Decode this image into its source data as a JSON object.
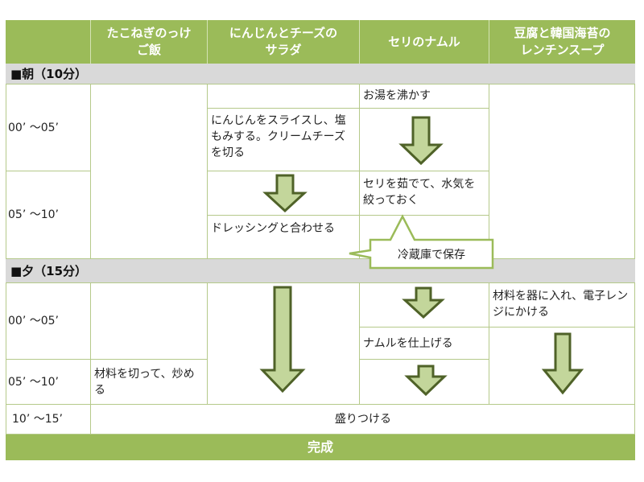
{
  "header": {
    "corner": "",
    "columns": [
      "たこねぎのっけ\nご飯",
      "にんじんとチーズの\nサラダ",
      "セリのナムル",
      "豆腐と韓国海苔の\nレンチンスープ"
    ]
  },
  "morning": {
    "label": "■朝（10分）",
    "times": [
      "00’ ～05’",
      "05’ ～10’"
    ],
    "salad_step1": "にんじんをスライスし、塩もみする。クリームチーズを切る",
    "salad_step2": "ドレッシングと合わせる",
    "namul_step1": "お湯を沸かす",
    "namul_step2": "セリを茹でて、水気を絞っておく",
    "callout": "冷蔵庫で保存"
  },
  "evening": {
    "label": "■夕（15分）",
    "times": [
      "00’ ～05’",
      "05’ ～10’",
      "10’ ～15’"
    ],
    "rice_step": "材料を切って、炒める",
    "namul_step": "ナムルを仕上げる",
    "soup_step": "材料を器に入れ、電子レンジにかける",
    "final_step": "盛りつける"
  },
  "footer": {
    "label": "完成"
  },
  "colors": {
    "accent": "#9bbb59",
    "band": "#d9d9d9",
    "grid": "#b5c98a",
    "arrow_fill": "#c3d69b",
    "arrow_stroke": "#4f6228"
  }
}
